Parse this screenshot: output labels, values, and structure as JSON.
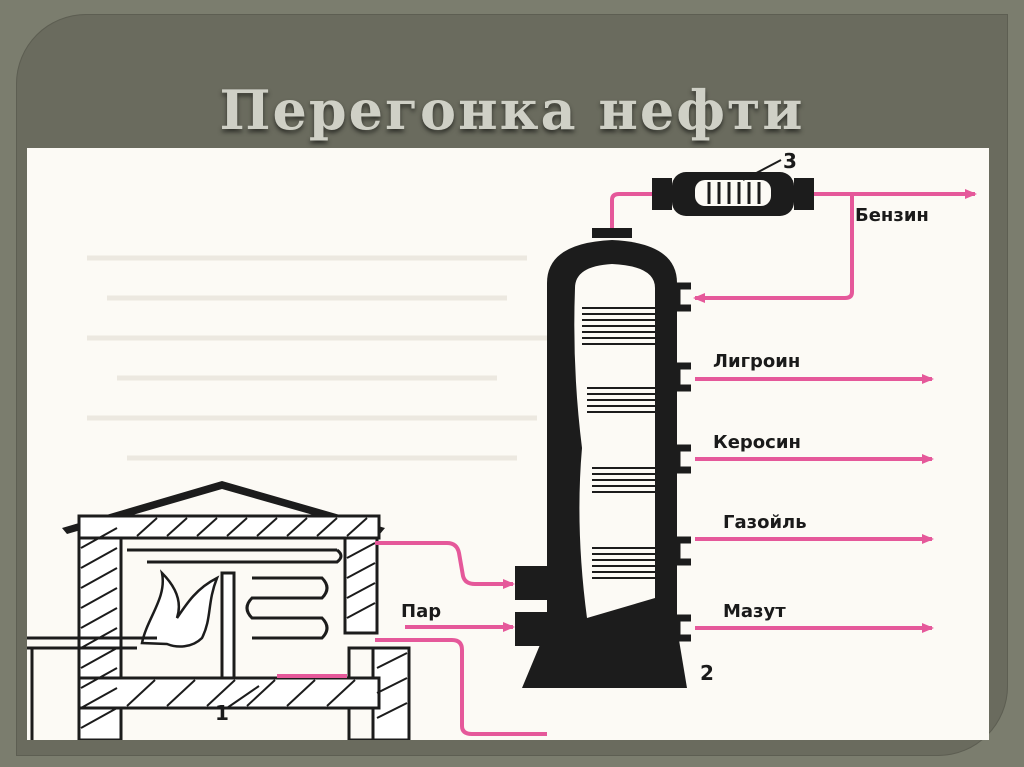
{
  "slide": {
    "title": "Перегонка нефти"
  },
  "diagram": {
    "numbers": [
      "1",
      "2",
      "3"
    ],
    "products": [
      "Бензин",
      "Лигроин",
      "Керосин",
      "Газойль",
      "Мазут"
    ],
    "steam_label": "Пар"
  },
  "colors": {
    "background": "#6a6b5e",
    "title": "#cfd0c6",
    "figure": "#fcfaf5",
    "arrow": "#e5589a",
    "equipment": "#1c1c1c"
  }
}
